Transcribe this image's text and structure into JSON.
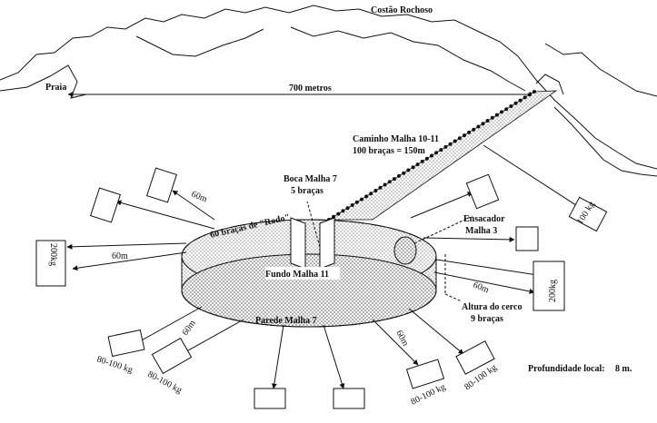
{
  "labels": {
    "costao": "Costão Rochoso",
    "praia": "Praia",
    "distance": "700 metros",
    "caminho_title": "Caminho Malha 10-11",
    "caminho_sub": "100 braças = 150m",
    "boca_title": "Boca Malha 7",
    "boca_sub": "5 braças",
    "ensacador_title": "Ensacador",
    "ensacador_sub": "Malha 3",
    "rodo": "60 braças de \"Rodo\"",
    "fundo": "Fundo Malha 11",
    "parede": "Parede Malha 7",
    "altura_title": "Altura do cerco",
    "altura_sub": "9 braças",
    "profundidade_label": "Profundidade local:",
    "profundidade_value": "8 m."
  },
  "anchors": {
    "length_60m": "60m",
    "w_100kg": "100 kg",
    "w_200kg": "200kg",
    "w_80_100kg": "80-100 kg"
  },
  "colors": {
    "ink": "#111111",
    "hatch": "#9a9a9a",
    "background": "#ffffff"
  }
}
